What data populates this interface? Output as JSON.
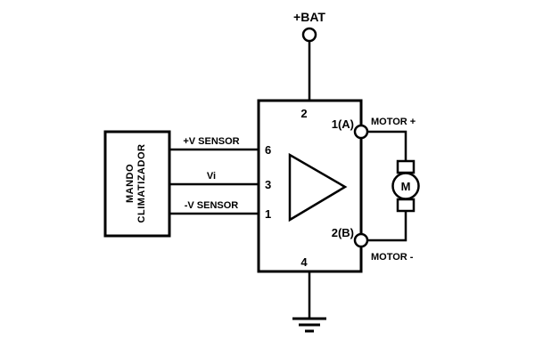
{
  "colors": {
    "stroke": "#000000",
    "background": "#ffffff"
  },
  "labels": {
    "battery": "+BAT",
    "controller_line1": "MANDO",
    "controller_line2": "CLIMATIZADOR",
    "signal_top": "+V SENSOR",
    "signal_mid": "Vi",
    "signal_bottom": "-V SENSOR",
    "motor_plus": "MOTOR +",
    "motor_minus": "MOTOR -",
    "motor_symbol": "M"
  },
  "pins": {
    "supply": "2",
    "ground": "4",
    "in_plus": "6",
    "in_signal": "3",
    "in_minus": "1",
    "out_a": "1(A)",
    "out_b": "2(B)"
  }
}
